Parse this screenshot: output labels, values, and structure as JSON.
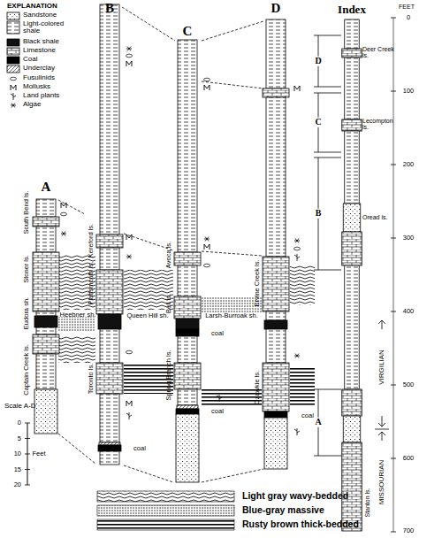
{
  "diagram": {
    "labels": [
      "A",
      "B",
      "C",
      "D",
      "Index",
      "FEET",
      "0",
      "100",
      "200",
      "300",
      "400",
      "500",
      "600",
      "700",
      "D",
      "C",
      "B",
      "A",
      "Deer Creek ls.",
      "Lecompton ls.",
      "Oread ls.",
      "VIRGILIAN",
      "MISSOURIAN",
      "Stanton ls.",
      "South Bend ls.",
      "Stoner ls.",
      "Eudora sh.",
      "Captain Creek ls.",
      "Kereford ls.",
      "Plattsmouth ls.",
      "Heebner sh.",
      "Toronto ls.",
      "coal",
      "Avoca ls.",
      "Bell ls.",
      "Queen Hill sh.",
      "Spring Branch ls.",
      "coal",
      "coal",
      "Ervine Creek ls.",
      "Larsh-Burroak sh.",
      "Ozawkie ls.",
      "coal",
      "Scale A-D",
      "0",
      "5",
      "10",
      "15",
      "20",
      "Feet",
      "EXPLANATION"
    ],
    "legend": [
      {
        "text": "Sandstone"
      },
      {
        "text": "Light-colored shale"
      },
      {
        "text": "Black shale"
      },
      {
        "text": "Limestone"
      },
      {
        "text": "Coal"
      },
      {
        "text": "Underclay"
      },
      {
        "text": "Fusulinids"
      },
      {
        "text": "Mollusks"
      },
      {
        "text": "Land plants"
      },
      {
        "text": "Algae"
      },
      {
        "text": "Light gray wavy-bedded"
      },
      {
        "text": "Blue-gray massive"
      },
      {
        "text": "Rusty brown thick-bedded"
      }
    ]
  }
}
